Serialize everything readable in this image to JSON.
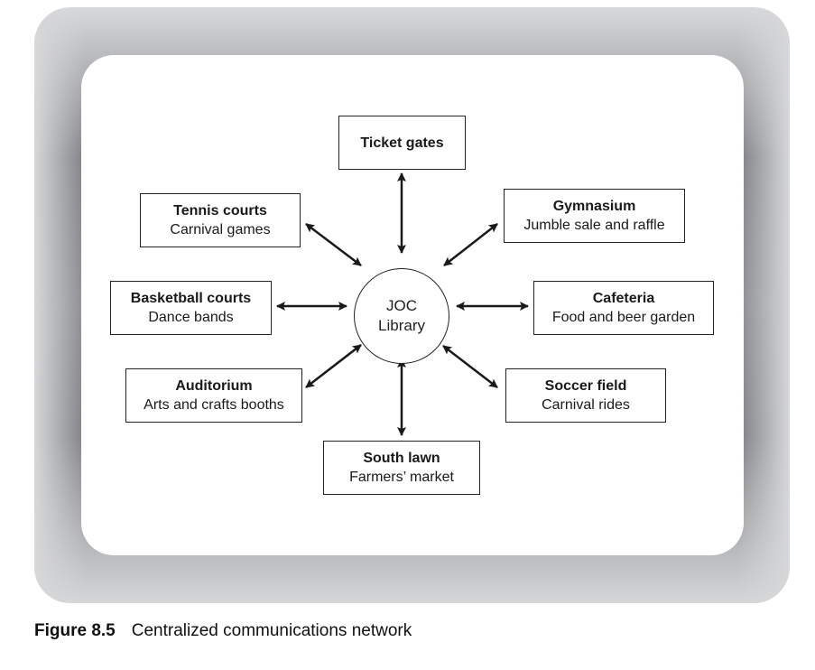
{
  "figure": {
    "number_label": "Figure 8.5",
    "caption": "Centralized communications network"
  },
  "hub": {
    "line1": "JOC",
    "line2": "Library"
  },
  "nodes": [
    {
      "id": "ticket-gates",
      "title": "Ticket gates",
      "subtitle": ""
    },
    {
      "id": "gymnasium",
      "title": "Gymnasium",
      "subtitle": "Jumble sale and raffle"
    },
    {
      "id": "cafeteria",
      "title": "Cafeteria",
      "subtitle": "Food and beer garden"
    },
    {
      "id": "soccer-field",
      "title": "Soccer field",
      "subtitle": "Carnival rides"
    },
    {
      "id": "south-lawn",
      "title": "South lawn",
      "subtitle": "Farmers’ market"
    },
    {
      "id": "auditorium",
      "title": "Auditorium",
      "subtitle": "Arts and crafts booths"
    },
    {
      "id": "basketball-courts",
      "title": "Basketball courts",
      "subtitle": "Dance bands"
    },
    {
      "id": "tennis-courts",
      "title": "Tennis courts",
      "subtitle": "Carnival games"
    }
  ],
  "connections": [
    {
      "from": "hub",
      "to": "ticket-gates",
      "type": "bidirectional"
    },
    {
      "from": "hub",
      "to": "gymnasium",
      "type": "bidirectional"
    },
    {
      "from": "hub",
      "to": "cafeteria",
      "type": "bidirectional"
    },
    {
      "from": "hub",
      "to": "soccer-field",
      "type": "bidirectional"
    },
    {
      "from": "hub",
      "to": "south-lawn",
      "type": "bidirectional"
    },
    {
      "from": "hub",
      "to": "auditorium",
      "type": "bidirectional"
    },
    {
      "from": "hub",
      "to": "basketball-courts",
      "type": "bidirectional"
    },
    {
      "from": "hub",
      "to": "tennis-courts",
      "type": "bidirectional"
    }
  ]
}
